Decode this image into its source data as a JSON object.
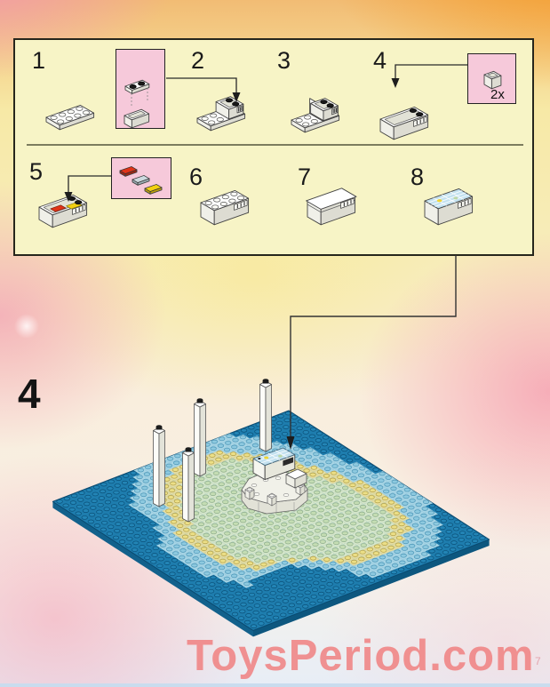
{
  "page": {
    "step_number": "4",
    "page_number": "7",
    "watermark": "ToysPeriod.com"
  },
  "panel": {
    "steps": [
      {
        "label": "1",
        "figure": "plate-2x4"
      },
      {
        "label": "2",
        "figure": "plate-with-container-bottom"
      },
      {
        "label": "3",
        "figure": "container-with-back-wall"
      },
      {
        "label": "4",
        "figure": "open-container-box"
      },
      {
        "label": "5",
        "figure": "container-with-tiles-inside"
      },
      {
        "label": "6",
        "figure": "closed-box-with-studs"
      },
      {
        "label": "7",
        "figure": "box-with-lid"
      },
      {
        "label": "8",
        "figure": "box-with-map-tile"
      }
    ],
    "callouts": [
      {
        "id": "clip-subassembly",
        "parts": [
          "plate-1x2-with-clips",
          "container-bottom-1x2"
        ]
      },
      {
        "id": "corner-panel",
        "quantity_label": "2x",
        "parts": [
          "panel-corner-1x1"
        ]
      },
      {
        "id": "tiles",
        "parts": [
          "tile-red",
          "tile-light-gray",
          "tile-yellow"
        ]
      }
    ]
  },
  "figure": {
    "baseplate_studs": 32,
    "pillar_count": 4,
    "regions": [
      "water",
      "shallow-water",
      "sand",
      "island"
    ]
  },
  "colors": {
    "panel_bg": "#f7f4c6",
    "callout_pink": "#f6c9da",
    "water": "#1e7dae",
    "water_stud": "#2385b6",
    "island": "#d7e7ca",
    "island_stud": "#c4ddb3",
    "sand": "#e6dda0",
    "sand_stud": "#ecdf86",
    "shallow": "#a8d5e5",
    "shallow_stud": "#8dc9df",
    "map_tile": "#c4e2f0",
    "tile_red": "#e03418",
    "tile_gray": "#ccd9de",
    "tile_yellow": "#f2d012",
    "watermark": "#f08080"
  }
}
